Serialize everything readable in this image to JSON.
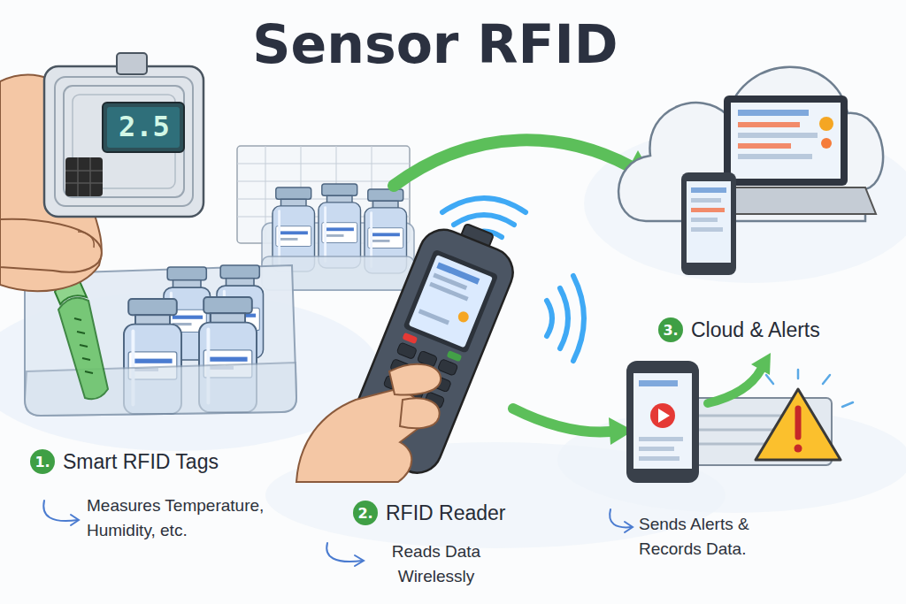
{
  "diagram": {
    "title": "Sensor RFID",
    "nodes": [
      {
        "text": [
          "1.",
          "Smart RFID Tags",
          "Measures Temperature, Humidity, etc."
        ]
      },
      {
        "text": [
          "2.",
          "RFID Reader",
          "Reads Data Wirelessly"
        ]
      },
      {
        "text": [
          "3.",
          "Cloud & Alerts",
          "Sends Alerts & Records Data."
        ]
      }
    ],
    "labels": [
      "2.5"
    ]
  }
}
